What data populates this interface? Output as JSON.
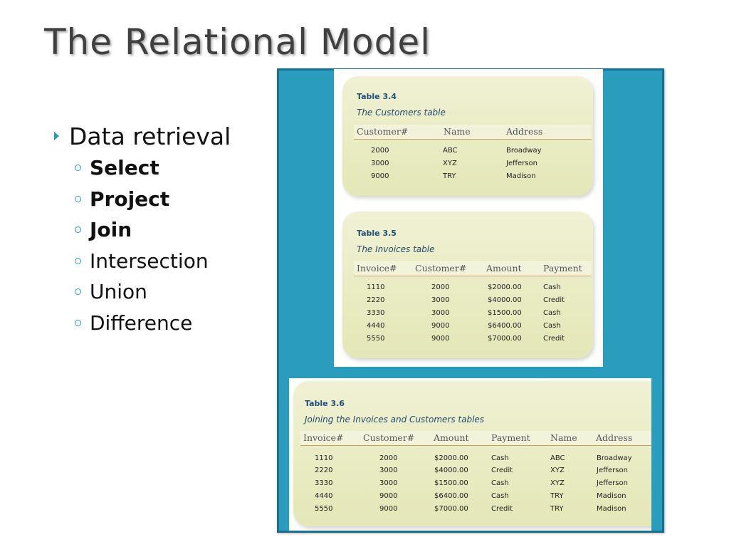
{
  "slide": {
    "title": "The Relational Model",
    "bullets": {
      "main": "Data retrieval",
      "items": [
        {
          "label": "Select",
          "bold": true
        },
        {
          "label": "Project",
          "bold": true
        },
        {
          "label": "Join",
          "bold": true
        },
        {
          "label": "Intersection",
          "bold": false
        },
        {
          "label": "Union",
          "bold": false
        },
        {
          "label": "Difference",
          "bold": false
        }
      ]
    }
  },
  "tables": {
    "customers": {
      "number": "Table 3.4",
      "caption": "The Customers table",
      "headers": [
        "Customer#",
        "Name",
        "Address"
      ],
      "rows": [
        [
          "2000",
          "ABC",
          "Broadway"
        ],
        [
          "3000",
          "XYZ",
          "Jefferson"
        ],
        [
          "9000",
          "TRY",
          "Madison"
        ]
      ]
    },
    "invoices": {
      "number": "Table 3.5",
      "caption": "The Invoices table",
      "headers": [
        "Invoice#",
        "Customer#",
        "Amount",
        "Payment"
      ],
      "rows": [
        [
          "1110",
          "2000",
          "$2000.00",
          "Cash"
        ],
        [
          "2220",
          "3000",
          "$4000.00",
          "Credit"
        ],
        [
          "3330",
          "3000",
          "$1500.00",
          "Cash"
        ],
        [
          "4440",
          "9000",
          "$6400.00",
          "Cash"
        ],
        [
          "5550",
          "9000",
          "$7000.00",
          "Credit"
        ]
      ]
    },
    "joined": {
      "number": "Table 3.6",
      "caption": "Joining the Invoices and Customers tables",
      "headers": [
        "Invoice#",
        "Customer#",
        "Amount",
        "Payment",
        "Name",
        "Address"
      ],
      "rows": [
        [
          "1110",
          "2000",
          "$2000.00",
          "Cash",
          "ABC",
          "Broadway"
        ],
        [
          "2220",
          "3000",
          "$4000.00",
          "Credit",
          "XYZ",
          "Jefferson"
        ],
        [
          "3330",
          "3000",
          "$1500.00",
          "Cash",
          "XYZ",
          "Jefferson"
        ],
        [
          "4440",
          "9000",
          "$6400.00",
          "Cash",
          "TRY",
          "Madison"
        ],
        [
          "5550",
          "9000",
          "$7000.00",
          "Credit",
          "TRY",
          "Madison"
        ]
      ]
    }
  },
  "colors": {
    "accent": "#2a9dbf",
    "table_header_rule": "#c9a25b"
  }
}
